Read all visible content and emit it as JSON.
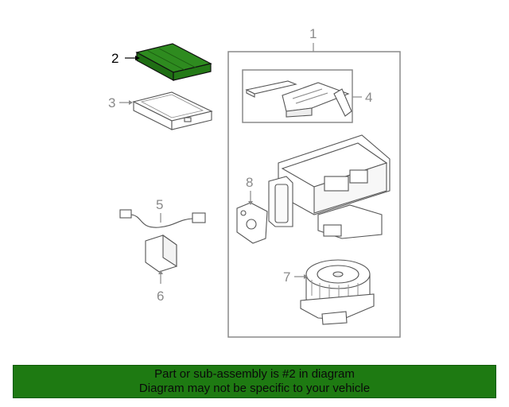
{
  "parts": {
    "p1": "1",
    "p2": "2",
    "p3": "3",
    "p4": "4",
    "p5": "5",
    "p6": "6",
    "p7": "7",
    "p8": "8"
  },
  "highlighted_part": "2",
  "colors": {
    "highlight_fill": "#2e8b1f",
    "banner_bg": "#1e7a12",
    "line": "#888888"
  },
  "banner": {
    "line1": "Part or sub-assembly is #2 in diagram",
    "line2": "Diagram may not be specific to your vehicle"
  }
}
